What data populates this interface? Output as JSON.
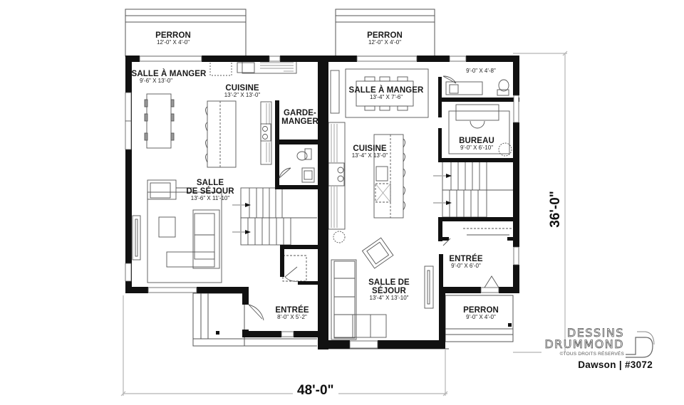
{
  "plan": {
    "title": "Dawson | #3072",
    "overall_width": "48'-0\"",
    "overall_depth": "36'-0\""
  },
  "rooms": {
    "left_porch_top": {
      "name": "PERRON",
      "dim": "12'-0\" X 4'-0\""
    },
    "left_dining": {
      "name": "SALLE À MANGER",
      "dim": "9'-6\" X 13'-0\""
    },
    "left_kitchen": {
      "name": "CUISINE",
      "dim": "13'-2\" X 13'-0\""
    },
    "left_pantry": {
      "name_line1": "GARDE-",
      "name_line2": "MANGER"
    },
    "left_living": {
      "name_line1": "SALLE",
      "name_line2": "DE SÉJOUR",
      "dim": "13'-6\" X 11'-10\""
    },
    "left_entry": {
      "name": "ENTRÉE",
      "dim": "8'-0\" X 5'-2\""
    },
    "right_porch_top": {
      "name": "PERRON",
      "dim": "12'-0\" X 4'-0\""
    },
    "right_dining": {
      "name": "SALLE À MANGER",
      "dim": "13'-4\" X 7'-6\""
    },
    "right_powder": {
      "dim": "9'-0\" X 4'-8\""
    },
    "right_office": {
      "name": "BUREAU",
      "dim": "9'-0\" X 6'-10\""
    },
    "right_kitchen": {
      "name": "CUISINE",
      "dim": "13'-4\" X 13'-0\""
    },
    "right_entry": {
      "name": "ENTRÉE",
      "dim": "9'-0\" X 6'-0\""
    },
    "right_living": {
      "name_line1": "SALLE DE",
      "name_line2": "SÉJOUR",
      "dim": "13'-4\" X 13'-10\""
    },
    "right_porch_bottom": {
      "name": "PERRON",
      "dim": "9'-0\" X 4'-0\""
    }
  },
  "brand": {
    "line1": "DESSINS",
    "line2": "DRUMMOND",
    "copyright": "©TOUS DROITS RÉSERVÉS",
    "model": "Dawson | #3072"
  },
  "colors": {
    "wall": "#111111",
    "line": "#555555",
    "dimension_line": "#b5b5b5",
    "background": "#ffffff"
  }
}
